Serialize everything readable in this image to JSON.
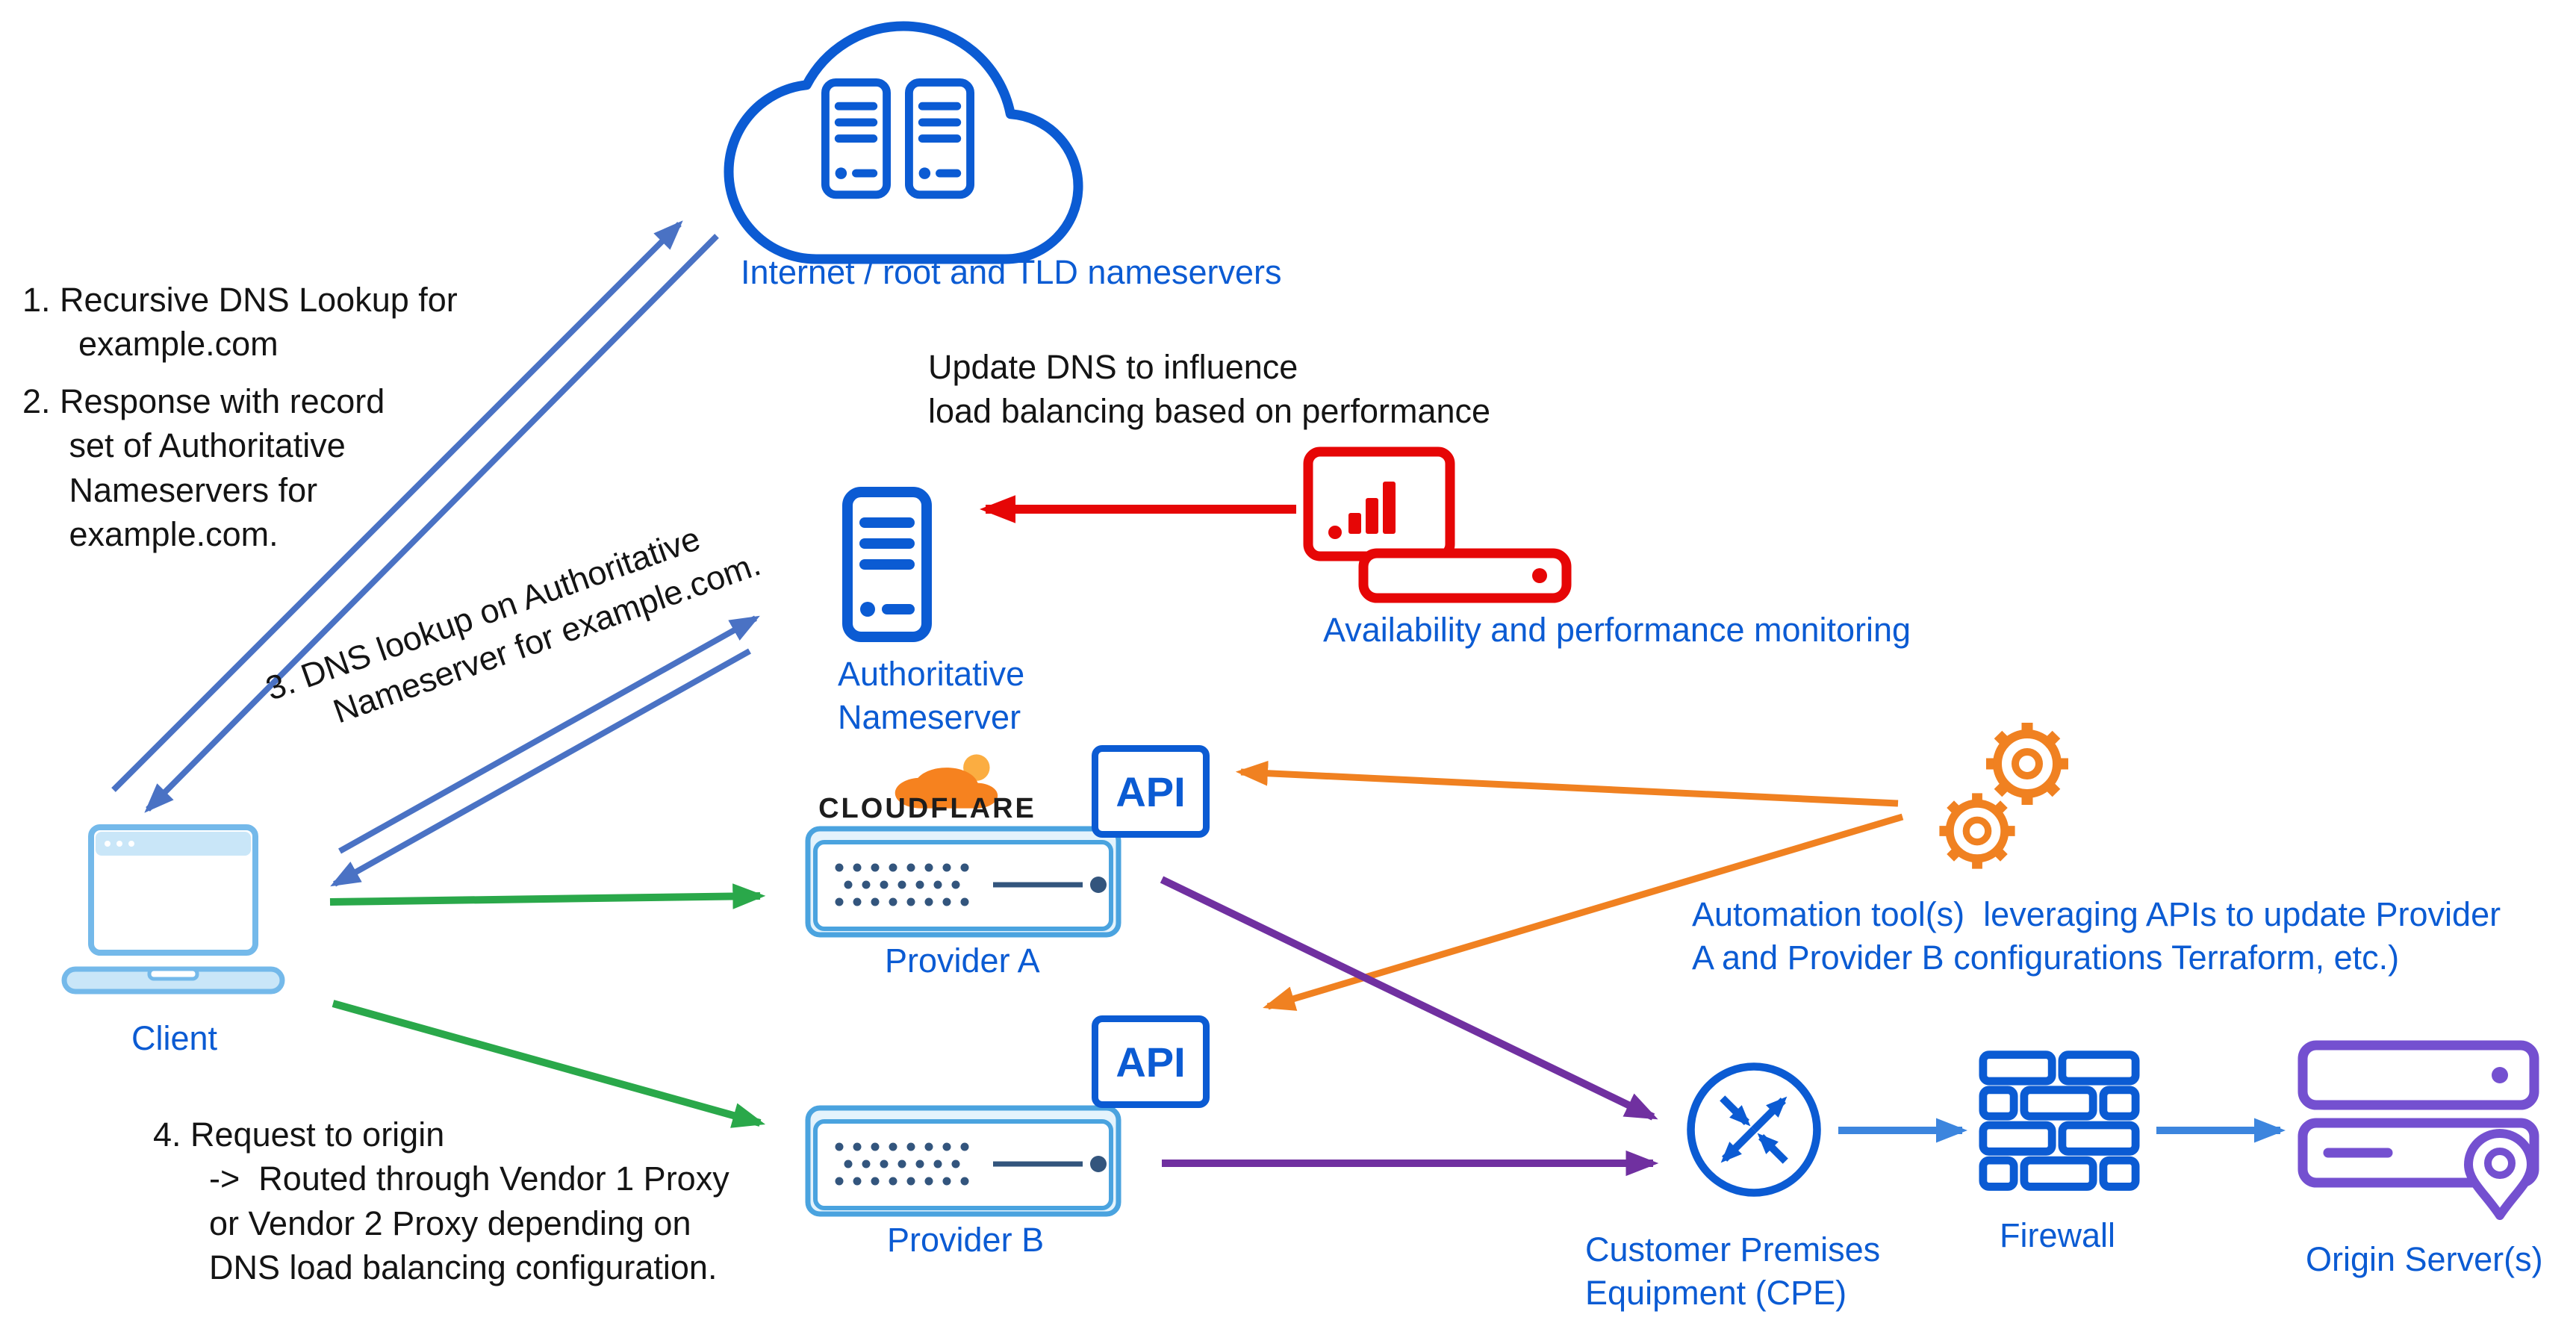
{
  "colors": {
    "label_blue": "#0b5bd3",
    "icon_blue": "#0b5bd3",
    "steel_blue_arrow": "#4a72c4",
    "flow_blue_arrow": "#3c85de",
    "red": "#e60606",
    "green": "#2aa84a",
    "orange": "#f08121",
    "purple_arrow": "#7030a0",
    "origin_purple": "#7450d0",
    "laptop_light_blue": "#74b9ea",
    "appliance_light_blue": "#4aa3df",
    "cloudflare_orange": "#f6821f",
    "vent_navy": "#33557d",
    "text_black": "#141414"
  },
  "nodes": {
    "internet": {
      "label": "Internet / root and TLD nameservers"
    },
    "client": {
      "label": "Client"
    },
    "auth_ns": {
      "label": "Authoritative\nNameserver"
    },
    "monitoring": {
      "label": "Availability and performance monitoring"
    },
    "provider_a": {
      "brand": "CLOUDFLARE",
      "label": "Provider A"
    },
    "provider_b": {
      "label": "Provider B"
    },
    "api_a": {
      "label": "API"
    },
    "api_b": {
      "label": "API"
    },
    "automation": {
      "label": "Automation tool(s)  leveraging APIs to update Provider\nA and Provider B configurations Terraform, etc.)"
    },
    "cpe": {
      "label": "Customer Premises\nEquipment (CPE)"
    },
    "firewall": {
      "label": "Firewall"
    },
    "origin": {
      "label": "Origin Server(s)"
    }
  },
  "annotations": {
    "step1": "1. Recursive DNS Lookup for\n      example.com",
    "step2": "2. Response with record\n     set of Authoritative\n     Nameservers for\n     example.com.",
    "step3": "3. DNS lookup on Authoritative\n      Nameserver for example.com.",
    "step4": "4. Request to origin\n      ->  Routed through Vendor 1 Proxy\n      or Vendor 2 Proxy depending on\n      DNS load balancing configuration.",
    "update_dns": "Update DNS to influence\nload balancing based on performance"
  }
}
